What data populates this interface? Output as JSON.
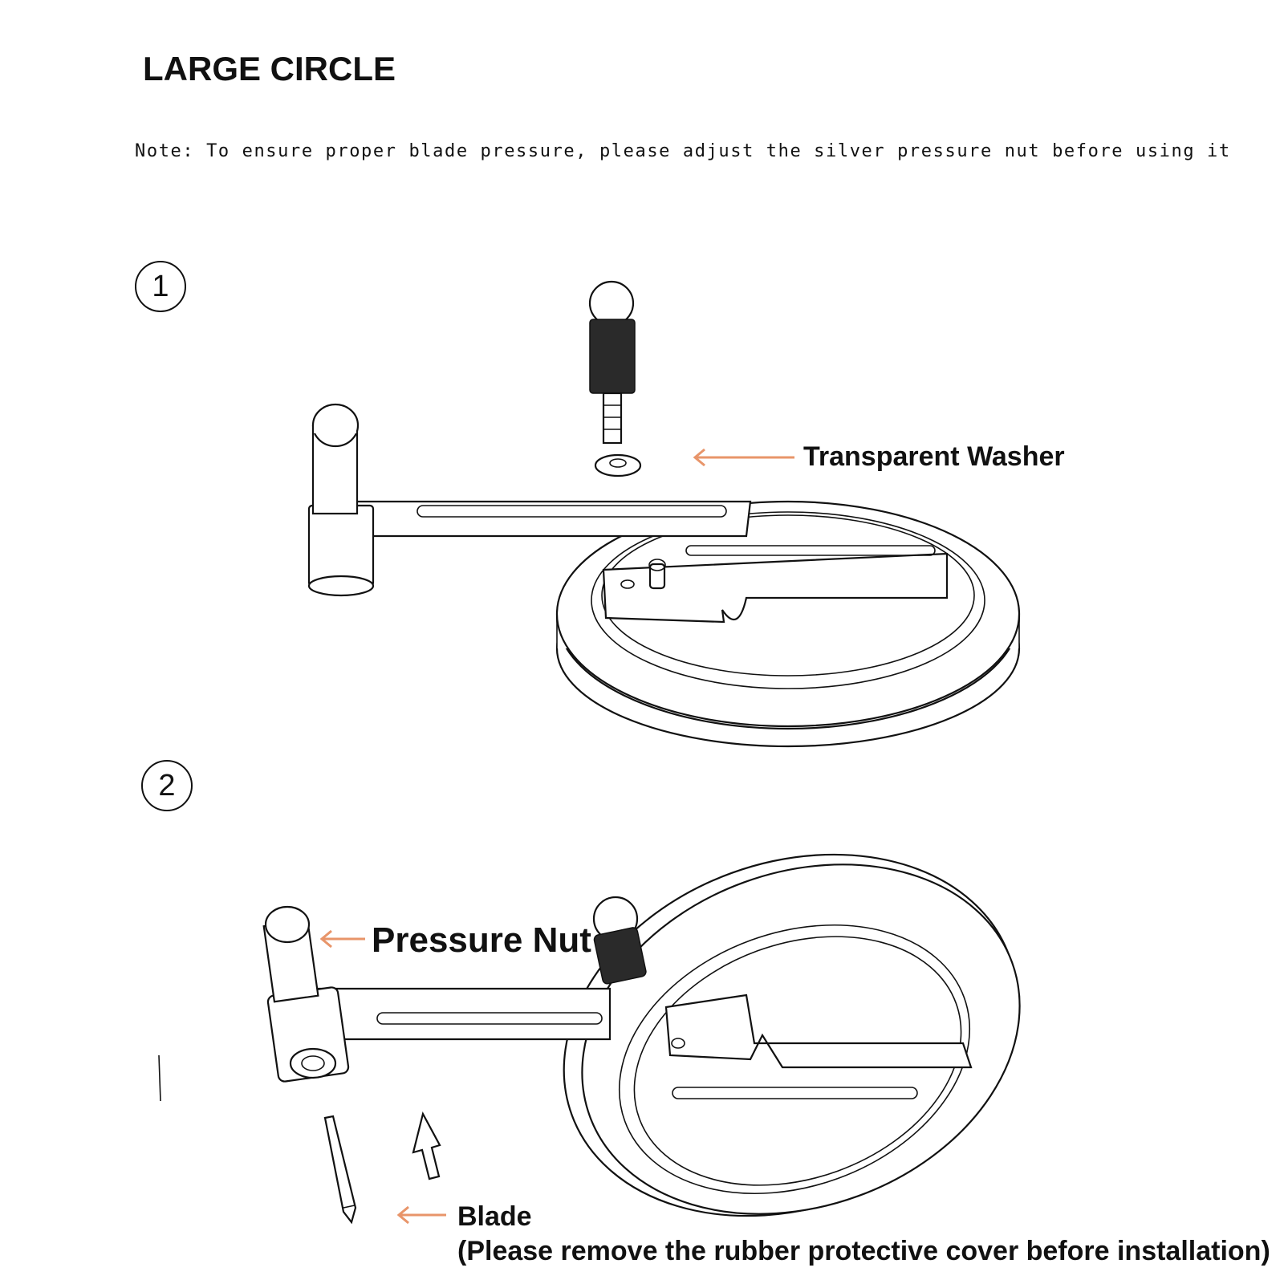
{
  "title": "LARGE CIRCLE",
  "note": "Note: To ensure proper blade pressure, please adjust the silver pressure nut before using it",
  "steps": [
    {
      "number": "1",
      "labels": [
        "Transparent Washer"
      ]
    },
    {
      "number": "2",
      "labels": [
        "Pressure Nut",
        "Blade",
        "(Please remove the rubber protective cover before installation)"
      ]
    }
  ],
  "colors": {
    "accent_arrow": "#e8956a",
    "line": "#111111",
    "background": "#ffffff"
  }
}
